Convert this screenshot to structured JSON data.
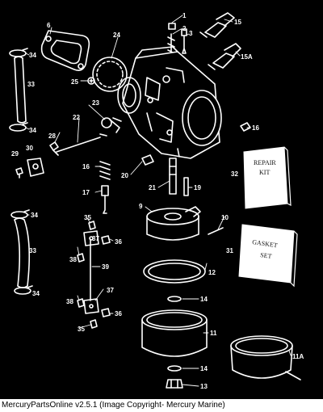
{
  "footer": {
    "caption": "MercuryPartsOnline v2.5.1 (Image Copyright- Mercury Marine)"
  },
  "kits": {
    "repair_line1": "REPAIR",
    "repair_line2": "KIT",
    "gasket_line1": "GASKET",
    "gasket_line2": "SET"
  },
  "callouts": {
    "c1": "1",
    "c2": "2",
    "c3": "3",
    "c6": "6",
    "c9": "9",
    "c10": "10",
    "c11": "11",
    "c11a": "11A",
    "c12": "12",
    "c13": "13",
    "c14a": "14",
    "c14b": "14",
    "c15": "15",
    "c15a": "15A",
    "c16a": "16",
    "c16b": "16",
    "c17": "17",
    "c19": "19",
    "c20": "20",
    "c21": "21",
    "c22": "22",
    "c23": "23",
    "c24": "24",
    "c25": "25",
    "c28": "28",
    "c29": "29",
    "c30": "30",
    "c31": "31",
    "c32": "32",
    "c33a": "33",
    "c33b": "33",
    "c34a": "34",
    "c34b": "34",
    "c34c": "34",
    "c34d": "34",
    "c35a": "35",
    "c35b": "35",
    "c36a": "36",
    "c36b": "36",
    "c37a": "37",
    "c37b": "37",
    "c38a": "38",
    "c38b": "38",
    "c39": "39"
  }
}
